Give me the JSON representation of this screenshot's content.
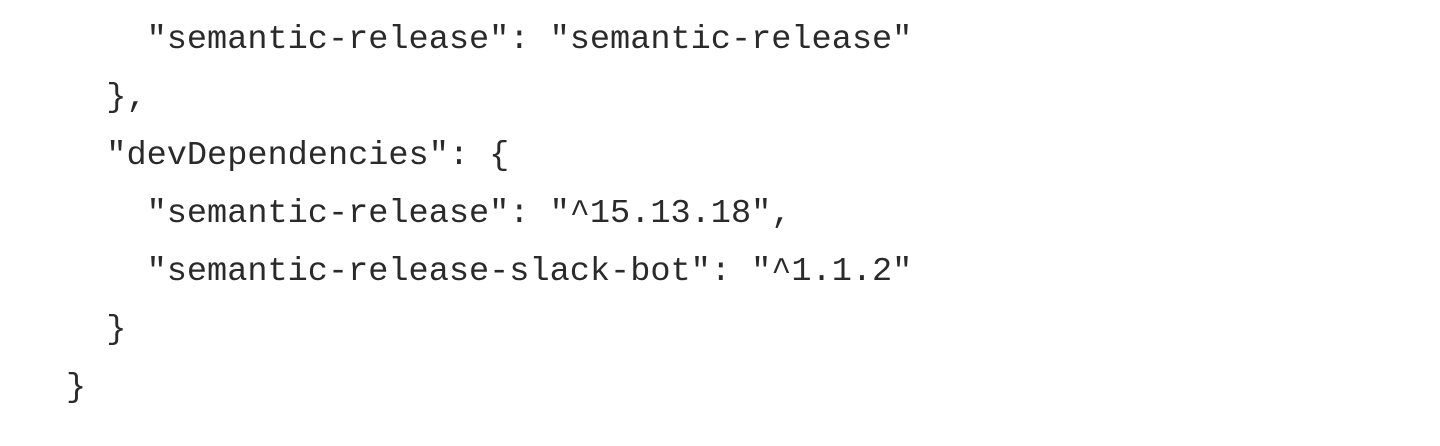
{
  "code_block": {
    "lines": [
      "    \"semantic-release\": \"semantic-release\"",
      "  },",
      "  \"devDependencies\": {",
      "    \"semantic-release\": \"^15.13.18\",",
      "    \"semantic-release-slack-bot\": \"^1.1.2\"",
      "  }",
      "}"
    ]
  },
  "colors": {
    "text": "#2a2a2a",
    "background": "#ffffff"
  }
}
